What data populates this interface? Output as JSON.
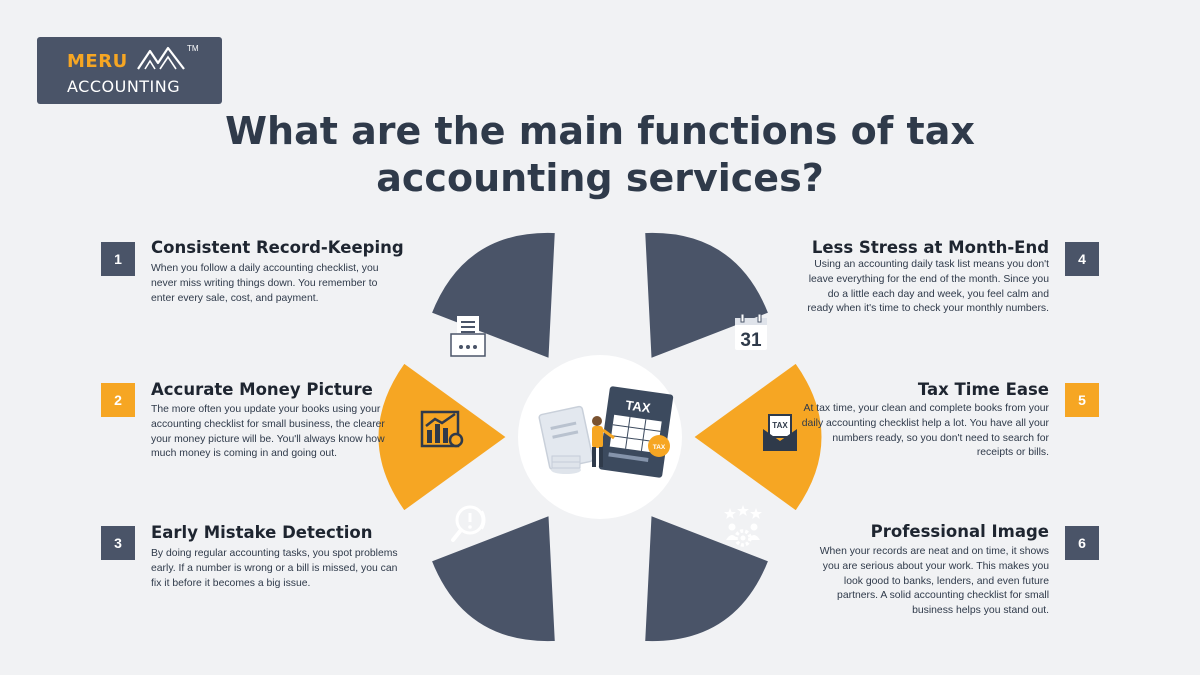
{
  "brand": {
    "name_top": "MERU",
    "name_bottom": "ACCOUNTING",
    "trademark": "TM"
  },
  "title": "What are the main functions of tax accounting services?",
  "center": {
    "badge_tax": "TAX",
    "coin_tax": "TAX",
    "document_tax": "TAX"
  },
  "items": [
    {
      "number": "1",
      "title": "Consistent Record-Keeping",
      "text": "When you follow a daily accounting checklist, you never miss writing things down. You remember to enter every sale, cost, and payment.",
      "icon": "document-box-icon"
    },
    {
      "number": "2",
      "title": "Accurate Money Picture",
      "text": "The more often you update your books using your accounting checklist for small business, the clearer your money picture will be. You'll always know how much money is coming in and going out.",
      "icon": "bar-chart-icon"
    },
    {
      "number": "3",
      "title": "Early Mistake Detection",
      "text": "By doing regular accounting tasks, you spot problems early. If a number is wrong or a bill is missed, you can fix it before it becomes a big issue.",
      "icon": "magnifier-alert-icon"
    },
    {
      "number": "4",
      "title": "Less Stress at Month-End",
      "text": "Using an accounting daily task list means you don't leave everything for the end of the month. Since you do a little each day and week, you feel calm and ready when it's time to check your monthly numbers.",
      "icon": "calendar-icon",
      "calendar_day": "31"
    },
    {
      "number": "5",
      "title": "Tax Time Ease",
      "text": "At tax time, your clean and complete books from your daily accounting checklist help a lot. You have all your numbers ready, so you don't need to search for receipts or bills.",
      "icon": "tax-envelope-icon",
      "envelope_label": "TAX"
    },
    {
      "number": "6",
      "title": "Professional Image",
      "text": "When your records are neat and on time, it shows you are serious about your work. This makes you look good to banks, lenders, and even future partners. A solid accounting checklist for small business helps you stand out.",
      "icon": "star-person-gear-icon"
    }
  ],
  "colors": {
    "background": "#f1f2f4",
    "dark": "#4a5468",
    "accent": "#f6a623",
    "text": "#2f3a4a"
  }
}
